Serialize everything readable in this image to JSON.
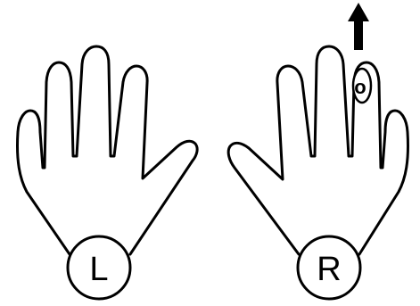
{
  "left_hand": {
    "badge": "L"
  },
  "right_hand": {
    "badge": "R",
    "highlighted_key": "o"
  },
  "colors": {
    "ink": "#000000",
    "paper": "#ffffff"
  },
  "icons": {
    "direction": "arrow-up-icon"
  }
}
